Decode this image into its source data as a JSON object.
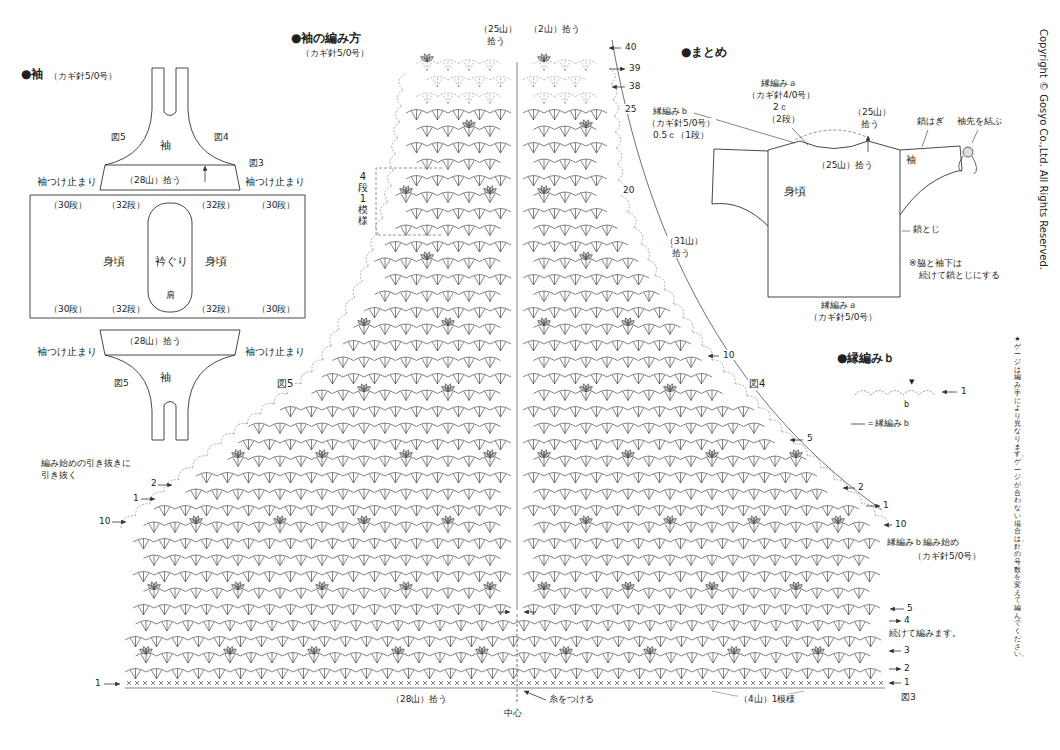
{
  "diagram": {
    "nodes": [
      {
        "text": [
          "袖"
        ]
      },
      {
        "text": [
          "身頃",
          "衿ぐり",
          "身頃"
        ]
      },
      {
        "text": [
          "袖"
        ]
      },
      {
        "text": [
          "身頃"
        ]
      },
      {
        "text": [
          "袖"
        ]
      }
    ],
    "labels": [
      "●袖",
      "（カギ針5/0号）",
      "図5",
      "図4",
      "図3",
      "袖つけ止まり",
      "（28山）拾う",
      "袖つけ止まり",
      "（30段）",
      "（32段）",
      "（32段）",
      "（30段）",
      "（30段）",
      "（32段）",
      "肩",
      "（32段）",
      "（30段）",
      "袖つけ止まり",
      "（28山）拾う",
      "袖つけ止まり",
      "図5",
      "●袖の編み方",
      "（カギ針5/0号）",
      "（25山）",
      "拾う",
      "（2山）拾う",
      "40",
      "39",
      "38",
      "25",
      "20",
      "4段1模様",
      "（31山）",
      "拾う",
      "10",
      "図5",
      "図4",
      "5",
      "編み始めの引き抜きに",
      "引き抜く",
      "2",
      "1",
      "10",
      "2",
      "1",
      "10",
      "縁編みｂ編み始め",
      "（カギ針5/0号）",
      "5",
      "4",
      "続けて編みます。",
      "3",
      "2",
      "1",
      "図3",
      "1",
      "（28山）拾う",
      "中心",
      "糸をつける",
      "（4山）1模様",
      "●まとめ",
      "縁編みａ",
      "（カギ針4/0号）",
      "2ｃ",
      "（2段）",
      "縁編みｂ",
      "（カギ針5/0号）",
      "0.5ｃ（1段）",
      "（25山）",
      "拾う",
      "鎖はぎ",
      "袖先を結ぶ",
      "（25山）拾う",
      "鎖とじ",
      "※脇と袖下は",
      "続けて鎖とじにする",
      "縁編みａ",
      "（カギ針5/0号）",
      "●縁編みｂ",
      "1",
      "▼",
      "b",
      "Copyright © Gosyo Co.,Ltd. All Rights Reserved.",
      "★ゲージは編み手により異なります。ゲージが合わない場合は、針の号数を変えて編んでください。"
    ],
    "legend": [
      {
        "text": "＝縁編みｂ"
      }
    ]
  }
}
